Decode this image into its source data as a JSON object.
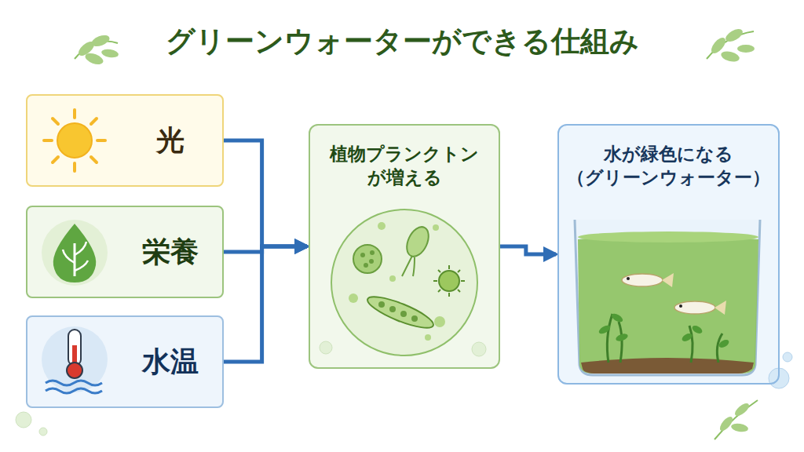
{
  "diagram": {
    "title": "グリーンウォーターができる仕組み",
    "nodes": [
      {
        "text": [
          "光"
        ]
      },
      {
        "text": [
          "栄養"
        ]
      },
      {
        "text": [
          "水温"
        ]
      },
      {
        "text": [
          "植物プランクトン が増える"
        ]
      },
      {
        "text": [
          "水が緑色になる （グリーンウォーター）"
        ]
      }
    ],
    "edges": [
      {
        "from": 0,
        "to": 3,
        "arrow": "to"
      },
      {
        "from": 1,
        "to": 3,
        "arrow": "to"
      },
      {
        "from": 2,
        "to": 3,
        "arrow": "to"
      },
      {
        "from": 3,
        "to": 4,
        "arrow": "to"
      }
    ]
  }
}
